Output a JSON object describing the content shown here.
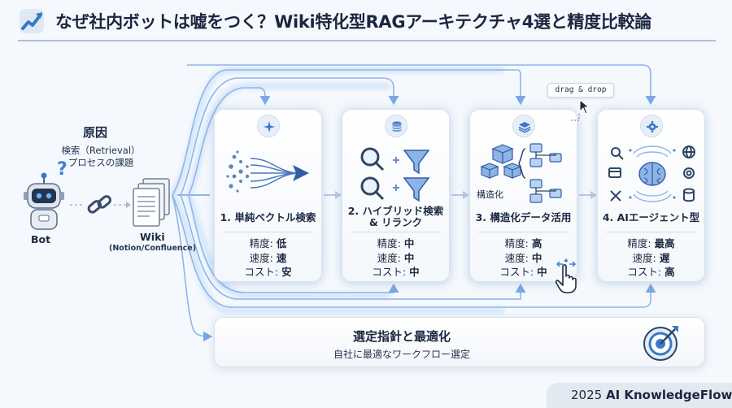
{
  "header": {
    "title": "なぜ社内ボットは嘘をつく？Wiki特化型RAGアーキテクチャ4選と精度比較論"
  },
  "left": {
    "cause_title": "原因",
    "cause_line1": "検索（Retrieval）",
    "cause_line2": "プロセスの課題",
    "bot_label": "Bot",
    "wiki_label": "Wiki",
    "wiki_sub": "(Notion/Confluence)",
    "question_mark": "?"
  },
  "cards": [
    {
      "title": "1. 単純ベクトル検索",
      "metrics": [
        {
          "label": "精度: ",
          "value": "低"
        },
        {
          "label": "速度: ",
          "value": "速"
        },
        {
          "label": "コスト: ",
          "value": "安"
        }
      ]
    },
    {
      "title_line1": "2. ハイブリッド検索",
      "title_line2": "& リランク",
      "metrics": [
        {
          "label": "精度: ",
          "value": "中"
        },
        {
          "label": "速度: ",
          "value": "中"
        },
        {
          "label": "コスト: ",
          "value": "中"
        }
      ]
    },
    {
      "title": "3. 構造化データ活用",
      "illus_label": "構造化",
      "metrics": [
        {
          "label": "精度: ",
          "value": "高"
        },
        {
          "label": "速度: ",
          "value": "中"
        },
        {
          "label": "コスト: ",
          "value": "中"
        }
      ]
    },
    {
      "title": "4. AIエージェント型",
      "metrics": [
        {
          "label": "精度: ",
          "value": "最高"
        },
        {
          "label": "速度: ",
          "value": "遅"
        },
        {
          "label": "コスト: ",
          "value": "高"
        }
      ]
    }
  ],
  "tooltip": {
    "text": "drag & drop"
  },
  "banner": {
    "title": "選定指針と最適化",
    "subtitle": "自社に最適なワークフロー選定"
  },
  "footer": {
    "year": "2025",
    "brand": "AI KnowledgeFlow"
  },
  "colors": {
    "accent": "#3a6fb8",
    "wire": "#8db6ea",
    "wire_glow": "#cfe3fb",
    "text": "#1b2740"
  }
}
